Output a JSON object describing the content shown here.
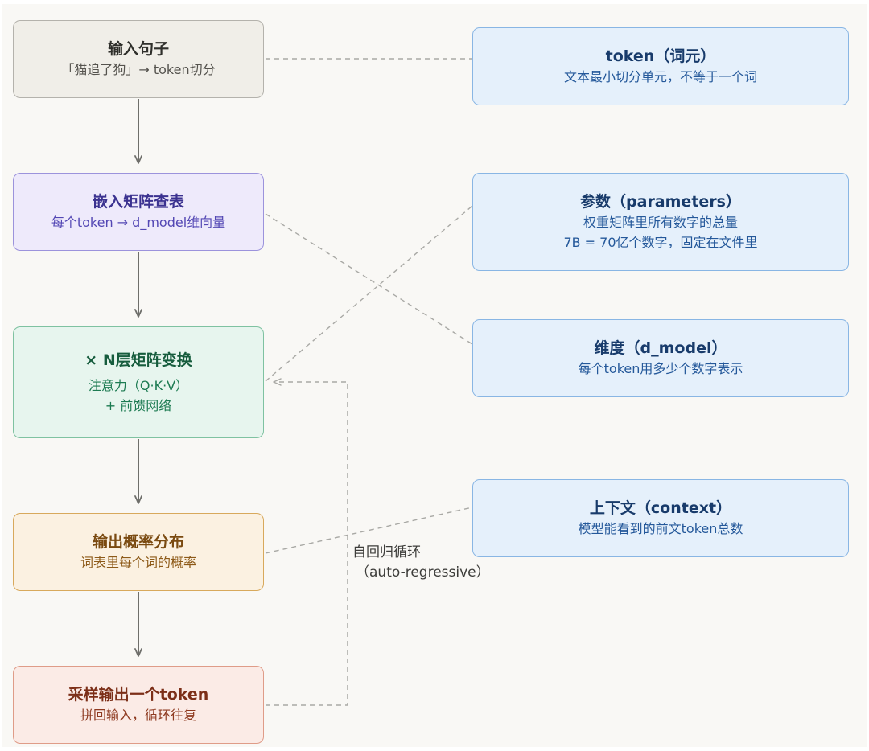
{
  "flow": {
    "input": {
      "title": "输入句子",
      "sub": "「猫追了狗」→ token切分"
    },
    "embed": {
      "title": "嵌入矩阵查表",
      "sub": "每个token → d_model维向量"
    },
    "layers": {
      "title": "× N层矩阵变换",
      "sub_line1": "注意力（Q·K·V）",
      "sub_line2": "+ 前馈网络"
    },
    "prob": {
      "title": "输出概率分布",
      "sub": "词表里每个词的概率"
    },
    "sample": {
      "title": "采样输出一个token",
      "sub": "拼回输入，循环往复"
    }
  },
  "concepts": {
    "token": {
      "title": "token（词元）",
      "sub": "文本最小切分单元，不等于一个词"
    },
    "params": {
      "title": "参数（parameters）",
      "sub_line1": "权重矩阵里所有数字的总量",
      "sub_line2": "7B = 70亿个数字，固定在文件里"
    },
    "dim": {
      "title": "维度（d_model）",
      "sub": "每个token用多少个数字表示"
    },
    "context": {
      "title": "上下文（context）",
      "sub": "模型能看到的前文token总数"
    }
  },
  "loop": {
    "line1": "自回归循环",
    "line2": "（auto-regressive）"
  },
  "colors": {
    "input_fill": "#f0eee8",
    "embed_fill": "#eeeafb",
    "layers_fill": "#e7f5ee",
    "prob_fill": "#fbf1e1",
    "sample_fill": "#fbebe6",
    "concept_fill": "#e5f0fb",
    "arrow": "#6f6f6b",
    "dashed_link": "#a9a9a5"
  }
}
